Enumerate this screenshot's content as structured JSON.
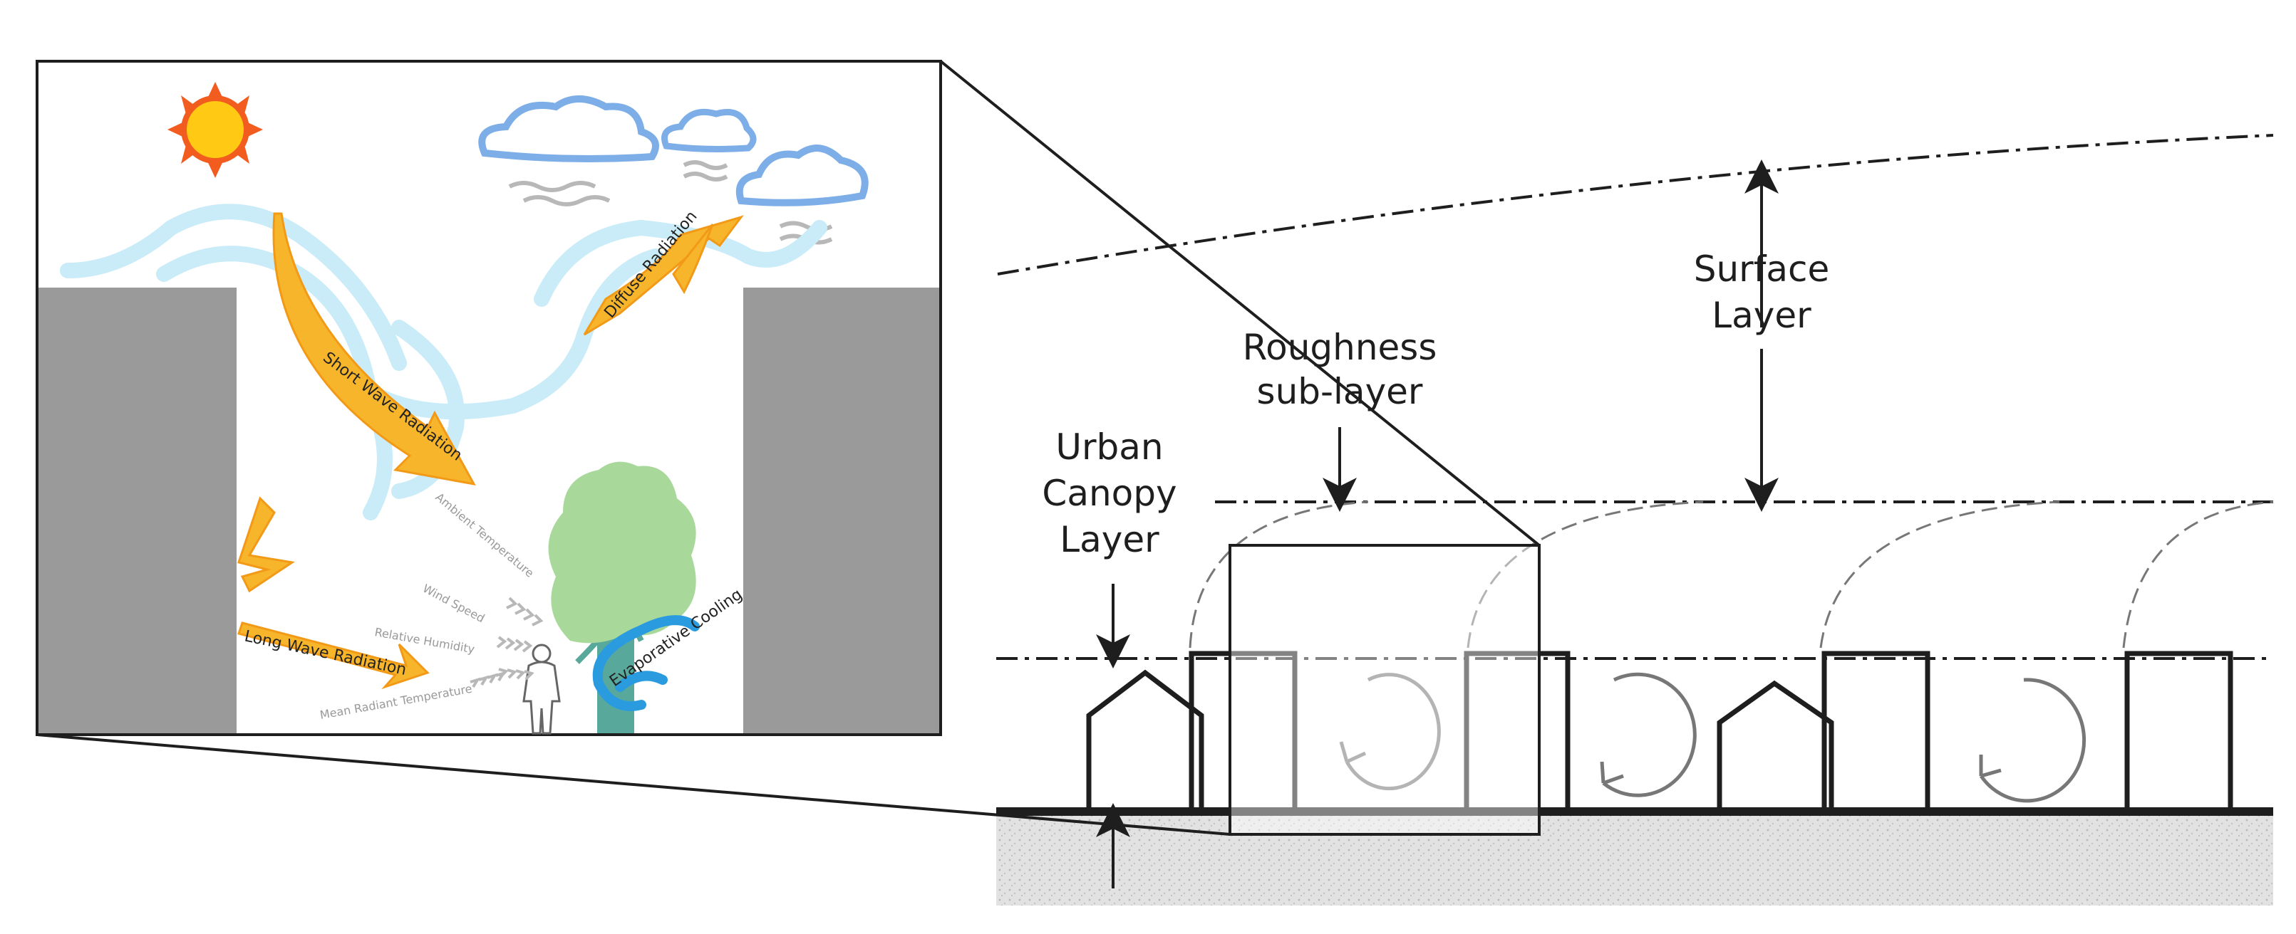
{
  "inset": {
    "labels": {
      "diffuse_radiation": "Diffuse Radiation",
      "short_wave_radiation": "Short Wave Radiation",
      "long_wave_radiation": "Long Wave Radiation",
      "evaporative_cooling": "Evaporative Cooling",
      "ambient_temperature": "Ambient Temperature",
      "wind_speed": "Wind Speed",
      "relative_humidity": "Relative Humidity",
      "mean_radiant_temperature": "Mean Radiant Temperature"
    },
    "icons": [
      "sun-icon",
      "cloud-icon",
      "tree-icon",
      "person-icon",
      "arrow-icon"
    ],
    "colors": {
      "arrow": "#f7b52b",
      "sun": "#f7a21b",
      "cloud_outline": "#7eaee8",
      "wind": "#c9ecf8",
      "building": "#999999",
      "tree": "#a8d89a",
      "evaporative_swirl": "#2b9be0"
    }
  },
  "profile": {
    "labels": {
      "surface_line1": "Surface",
      "surface_line2": "Layer",
      "roughness_line1": "Roughness",
      "roughness_line2": "sub-layer",
      "canopy_line1": "Urban",
      "canopy_line2": "Canopy",
      "canopy_line3": "Layer"
    },
    "colors": {
      "ground": "#dcdcdc",
      "line": "#1e1e1e"
    }
  }
}
